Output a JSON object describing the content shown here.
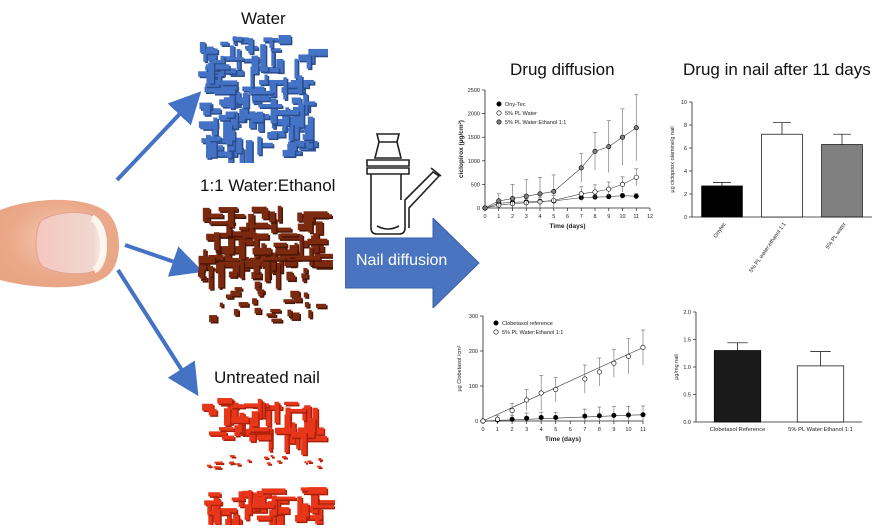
{
  "labels": {
    "water": "Water",
    "water_ethanol": "1:1 Water:Ethanol",
    "untreated": "Untreated nail",
    "nail_diffusion": "Nail diffusion",
    "drug_diffusion": "Drug diffusion",
    "drug_in_nail": "Drug in nail after 11 days"
  },
  "colors": {
    "water": "#4472c4",
    "ethanol": "#7b2a10",
    "untreated": "#e8361a",
    "arrow": "#4472c4",
    "big_arrow": "#4a74c0"
  },
  "chart_data": [
    {
      "type": "line",
      "xlabel": "Time (days)",
      "ylabel": "ciclopirox (µg/cm²)",
      "xlim": [
        0,
        12
      ],
      "ylim": [
        0,
        2500
      ],
      "xticks": [
        "0",
        "1",
        "2",
        "3",
        "4",
        "5",
        "6",
        "7",
        "8",
        "9",
        "10",
        "11",
        "12"
      ],
      "yticks": [
        "0",
        "500",
        "1000",
        "1500",
        "2000",
        "2500"
      ],
      "x": [
        0,
        1,
        2,
        3,
        4,
        5,
        7,
        8,
        9,
        10,
        11
      ],
      "series": [
        {
          "name": "Ony-Tec",
          "marker": "filled-black",
          "values": [
            0,
            100,
            120,
            130,
            140,
            150,
            220,
            230,
            240,
            260,
            250
          ],
          "err": [
            0,
            30,
            30,
            30,
            40,
            40,
            50,
            50,
            50,
            50,
            60
          ]
        },
        {
          "name": "5% PL Water",
          "marker": "open",
          "values": [
            0,
            60,
            90,
            110,
            130,
            160,
            300,
            340,
            400,
            500,
            650
          ],
          "err": [
            0,
            60,
            80,
            90,
            100,
            100,
            150,
            150,
            150,
            160,
            180
          ]
        },
        {
          "name": "5% PL Water:Ethanol 1:1",
          "marker": "filled-grey",
          "values": [
            0,
            150,
            200,
            250,
            300,
            350,
            850,
            1200,
            1300,
            1500,
            1700
          ],
          "err": [
            0,
            150,
            300,
            350,
            350,
            350,
            300,
            400,
            550,
            600,
            700
          ]
        }
      ],
      "grid": false,
      "legend": "top-left"
    },
    {
      "type": "bar",
      "ylabel": "µg ciclopirox olamine/g nail",
      "categories": [
        "Onytec",
        "5% PL water:ethanol 1:1",
        "5% PL water"
      ],
      "values": [
        2.7,
        7.2,
        6.3
      ],
      "err": [
        0.3,
        1.0,
        0.9
      ],
      "ylim": [
        0,
        10
      ],
      "yticks": [
        "0",
        "2",
        "4",
        "6",
        "8",
        "10"
      ],
      "bar_colors": [
        "#000000",
        "#ffffff",
        "#808080"
      ]
    },
    {
      "type": "line",
      "xlabel": "Time (days)",
      "ylabel": "µg Clobetasol /cm²",
      "xlim": [
        0,
        11
      ],
      "ylim": [
        0,
        300
      ],
      "xticks": [
        "0",
        "1",
        "2",
        "3",
        "4",
        "5",
        "6",
        "7",
        "8",
        "9",
        "10",
        "11"
      ],
      "yticks": [
        "0",
        "100",
        "200",
        "300"
      ],
      "x": [
        0,
        1,
        2,
        3,
        4,
        5,
        7,
        8,
        9,
        10,
        11
      ],
      "series": [
        {
          "name": "Clobetasol reference",
          "marker": "filled-black",
          "values": [
            0,
            3,
            5,
            8,
            10,
            10,
            14,
            15,
            16,
            17,
            18
          ],
          "err": [
            0,
            5,
            10,
            15,
            15,
            15,
            20,
            25,
            25,
            25,
            25
          ]
        },
        {
          "name": "5% PL Water:Ethanol 1:1",
          "marker": "open",
          "values": [
            0,
            5,
            30,
            60,
            80,
            90,
            120,
            140,
            165,
            185,
            210
          ],
          "err": [
            0,
            10,
            20,
            30,
            50,
            35,
            40,
            40,
            40,
            50,
            50
          ]
        }
      ],
      "grid": false,
      "legend": "top-left"
    },
    {
      "type": "bar",
      "ylabel": "µg/mg nail",
      "categories": [
        "Clobetasol Reference",
        "5% PL Water:Ethanol 1:1"
      ],
      "values": [
        1.3,
        1.02
      ],
      "err": [
        0.14,
        0.26
      ],
      "ylim": [
        0,
        2.0
      ],
      "yticks": [
        "0.0",
        "0.5",
        "1.0",
        "1.5",
        "2.0"
      ],
      "bar_colors": [
        "#1a1a1a",
        "#ffffff"
      ]
    }
  ]
}
